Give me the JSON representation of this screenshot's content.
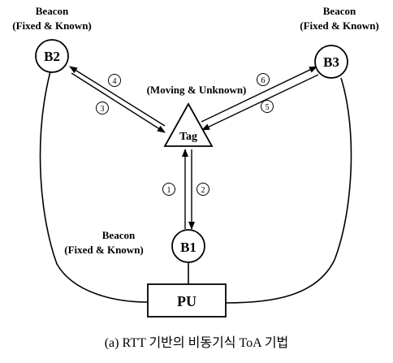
{
  "beacon_b2": {
    "heading": "Beacon",
    "sub": "(Fixed & Known)",
    "label": "B2"
  },
  "beacon_b3": {
    "heading": "Beacon",
    "sub": "(Fixed & Known)",
    "label": "B3"
  },
  "beacon_b1": {
    "heading": "Beacon",
    "sub": "(Fixed & Known)",
    "label": "B1"
  },
  "tag": {
    "label": "Tag",
    "note": "(Moving & Unknown)"
  },
  "pu": {
    "label": "PU"
  },
  "steps": {
    "s1": "1",
    "s2": "2",
    "s3": "3",
    "s4": "4",
    "s5": "5",
    "s6": "6"
  },
  "caption": "(a) RTT 기반의 비동기식 ToA 기법"
}
